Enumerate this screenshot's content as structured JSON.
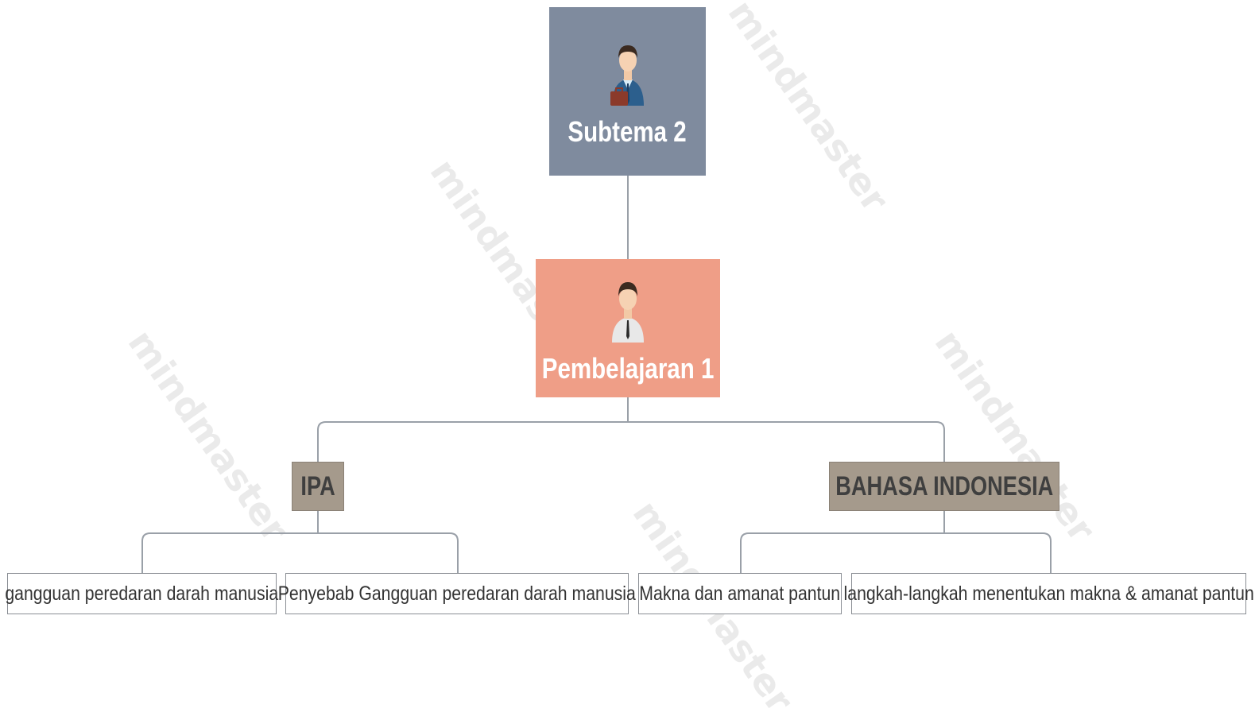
{
  "watermark": "mindmaster",
  "root": {
    "title": "Subtema 2",
    "icon": "businessman-icon"
  },
  "main": {
    "title": "Pembelajaran 1",
    "icon": "person-icon"
  },
  "branches": [
    {
      "label": "IPA",
      "children": [
        "gangguan peredaran darah manusia",
        "Penyebab Gangguan peredaran darah manusia"
      ]
    },
    {
      "label": "BAHASA INDONESIA",
      "children": [
        "Makna dan amanat pantun",
        "langkah-langkah menentukan makna & amanat pantun"
      ]
    }
  ],
  "colors": {
    "root": "#7f8b9e",
    "main": "#ef9e87",
    "branch": "#a59a8c",
    "line": "#9aa0a8"
  }
}
